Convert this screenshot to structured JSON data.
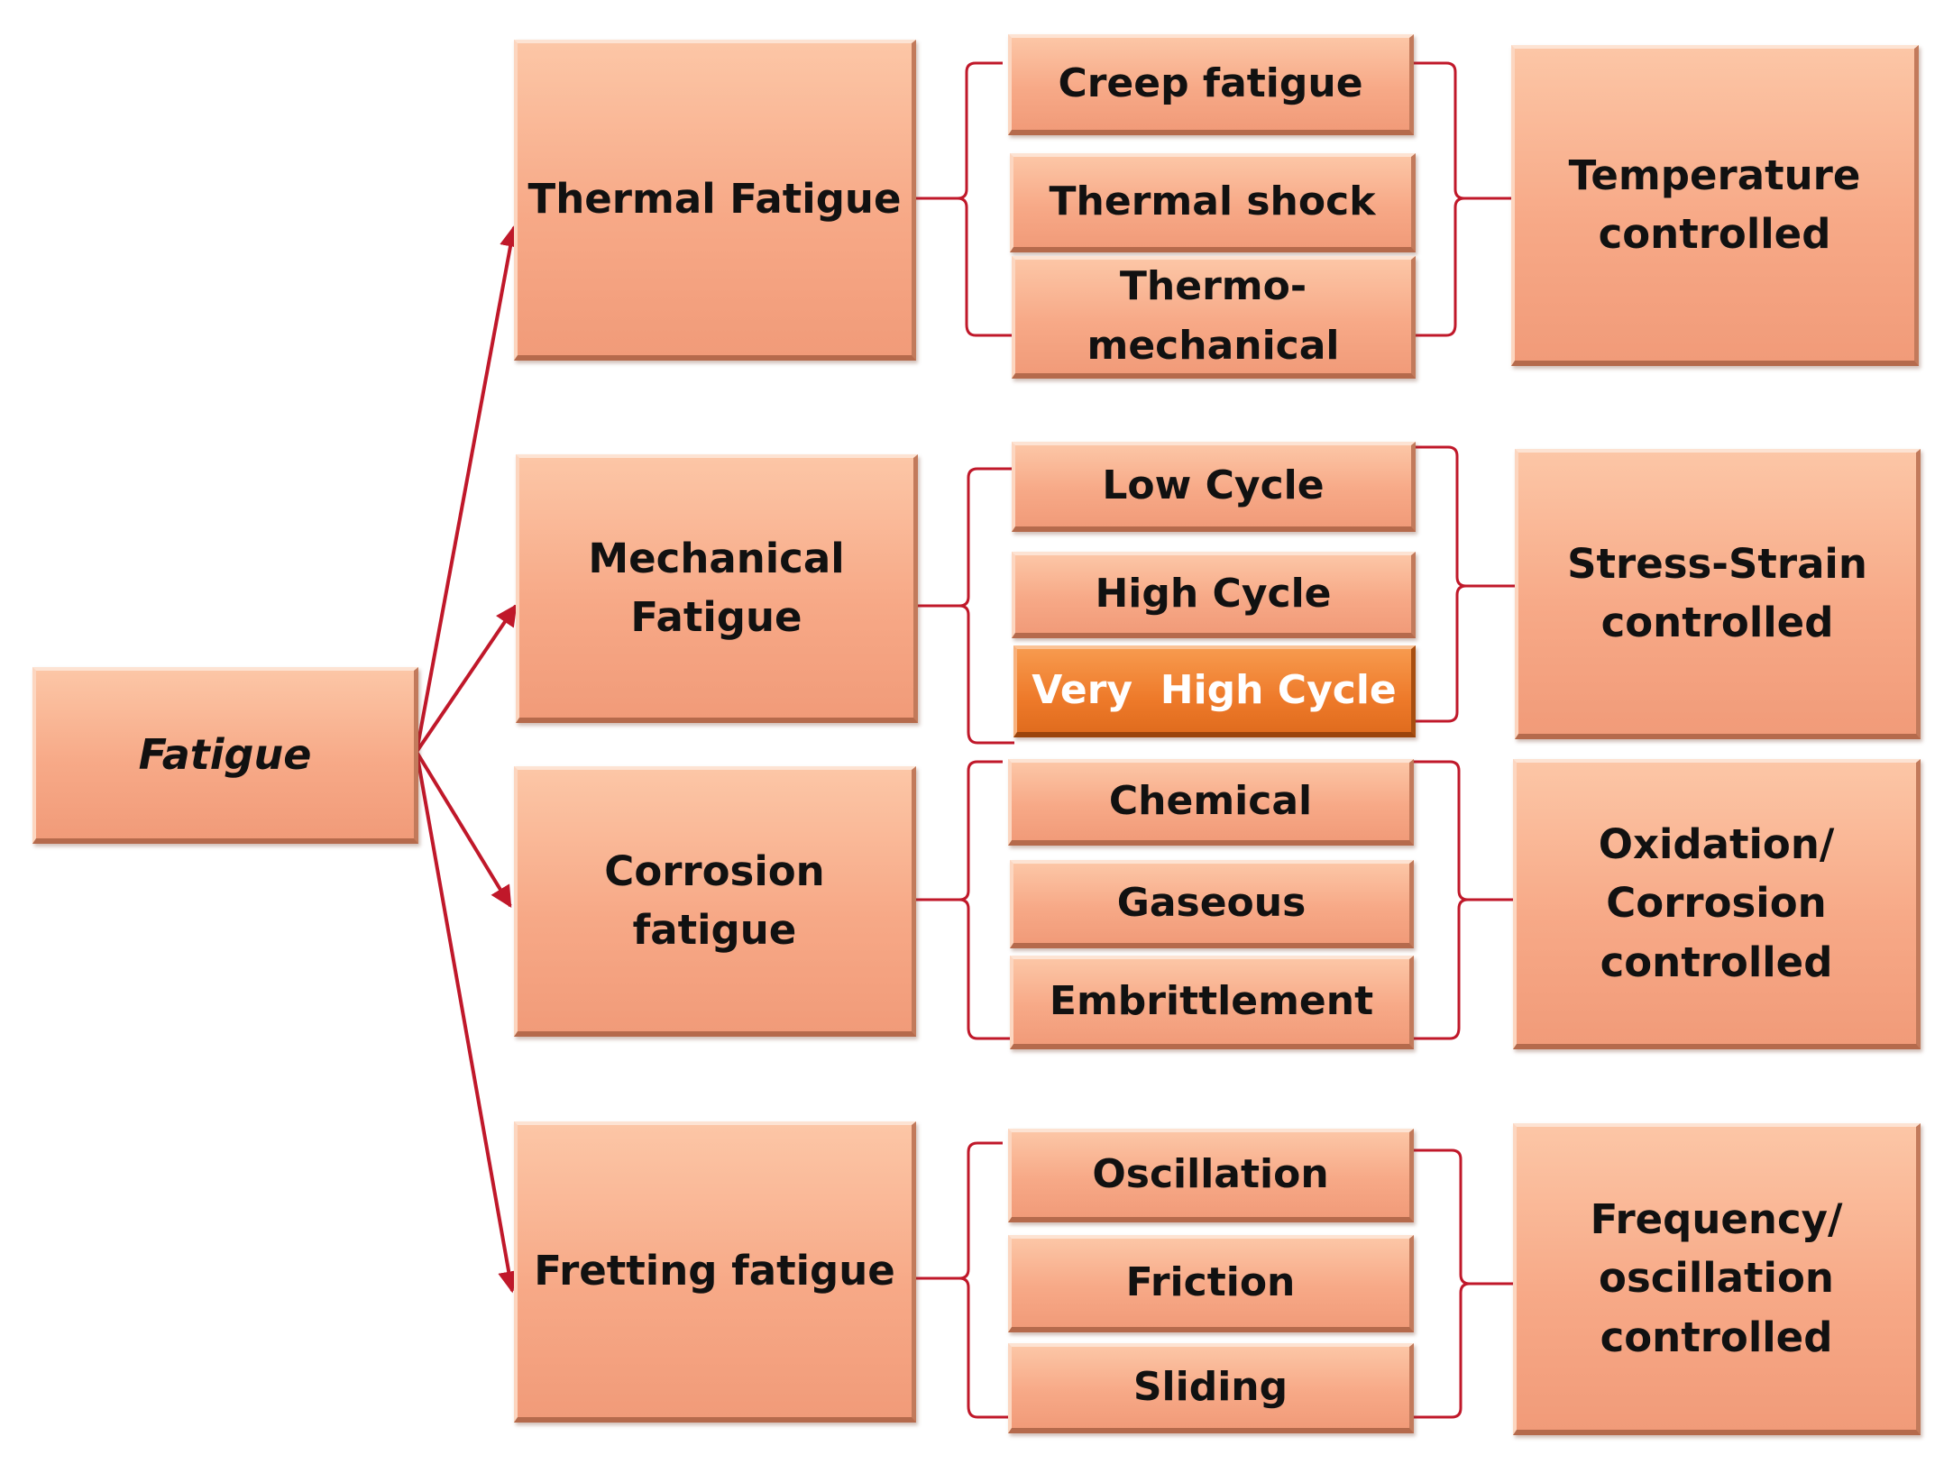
{
  "root": {
    "label": "Fatigue"
  },
  "groups": [
    {
      "label": "Thermal Fatigue",
      "subtypes": [
        "Creep fatigue",
        "Thermal shock",
        "Thermo-\nmechanical"
      ],
      "control": "Temperature\ncontrolled"
    },
    {
      "label": "Mechanical\nFatigue",
      "subtypes": [
        "Low Cycle",
        "High Cycle",
        "Very  High Cycle"
      ],
      "control": "Stress-Strain\ncontrolled"
    },
    {
      "label": "Corrosion\nfatigue",
      "subtypes": [
        "Chemical",
        "Gaseous",
        "Embrittlement"
      ],
      "control": "Oxidation/\nCorrosion\ncontrolled"
    },
    {
      "label": "Fretting fatigue",
      "subtypes": [
        "Oscillation",
        "Friction",
        "Sliding"
      ],
      "control": "Frequency/\noscillation\ncontrolled"
    }
  ],
  "highlighted": "Very  High Cycle",
  "colors": {
    "box_fill": "#f7a987",
    "highlight_fill": "#ee7a2a",
    "connector": "#c0182a"
  }
}
